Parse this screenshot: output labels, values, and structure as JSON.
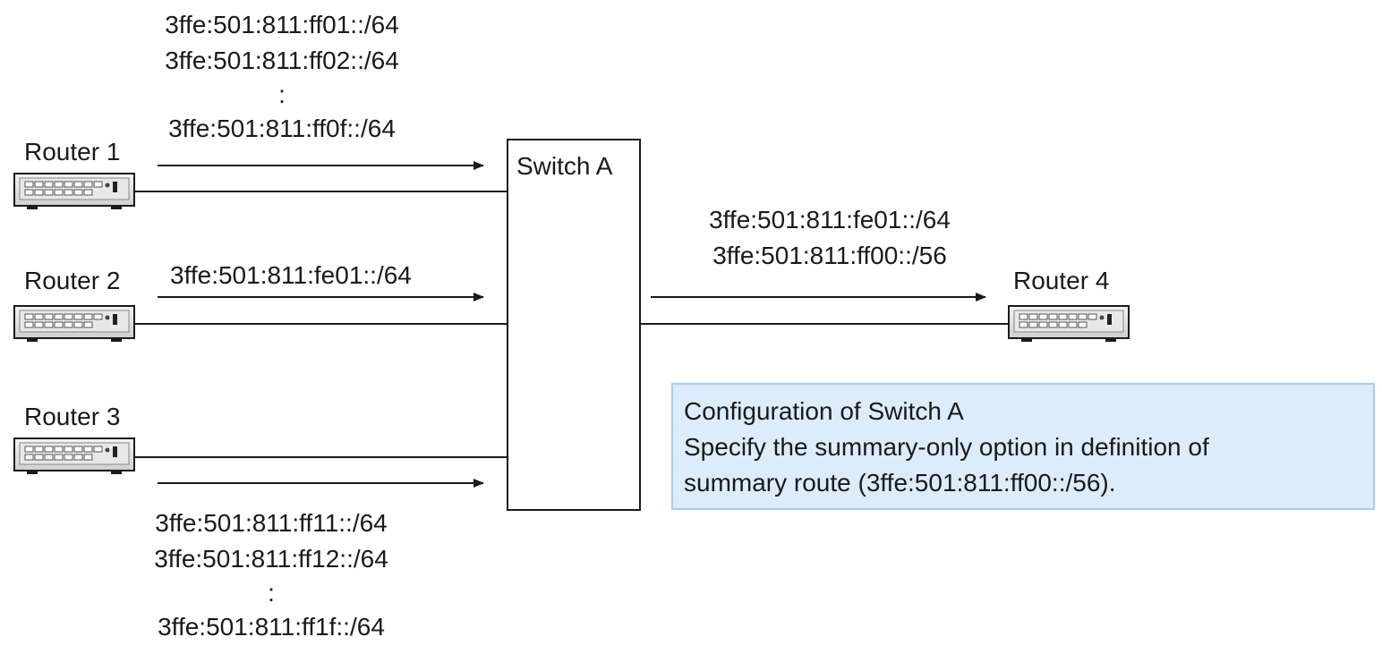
{
  "routers": {
    "r1": {
      "label": "Router 1"
    },
    "r2": {
      "label": "Router 2"
    },
    "r3": {
      "label": "Router 3"
    },
    "r4": {
      "label": "Router 4"
    }
  },
  "switch": {
    "label": "Switch A"
  },
  "routes": {
    "r1": [
      "3ffe:501:811:ff01::/64",
      "3ffe:501:811:ff02::/64",
      ":",
      "3ffe:501:811:ff0f::/64"
    ],
    "r2": [
      "3ffe:501:811:fe01::/64"
    ],
    "r3": [
      "3ffe:501:811:ff11::/64",
      "3ffe:501:811:ff12::/64",
      ":",
      "3ffe:501:811:ff1f::/64"
    ],
    "out": [
      "3ffe:501:811:fe01::/64",
      "3ffe:501:811:ff00::/56"
    ]
  },
  "note": {
    "lines": [
      "Configuration of Switch A",
      "Specify the summary-only option in definition of",
      "summary route (3ffe:501:811:ff00::/56)."
    ]
  }
}
